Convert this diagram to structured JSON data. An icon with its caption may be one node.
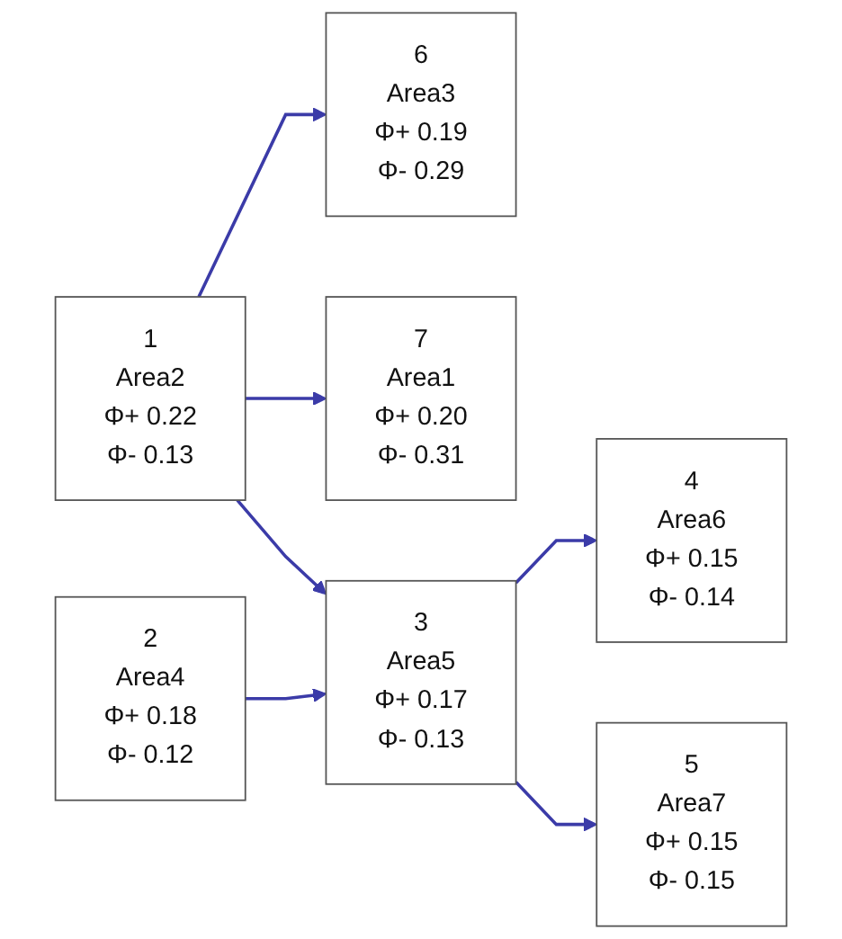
{
  "diagram": {
    "nodes": [
      {
        "text": [
          "6",
          "Area3",
          "Φ+ 0.19",
          "Φ- 0.29"
        ]
      },
      {
        "text": [
          "1",
          "Area2",
          "Φ+ 0.22",
          "Φ- 0.13"
        ]
      },
      {
        "text": [
          "7",
          "Area1",
          "Φ+ 0.20",
          "Φ- 0.31"
        ]
      },
      {
        "text": [
          "4",
          "Area6",
          "Φ+ 0.15",
          "Φ- 0.14"
        ]
      },
      {
        "text": [
          "3",
          "Area5",
          "Φ+ 0.17",
          "Φ- 0.13"
        ]
      },
      {
        "text": [
          "2",
          "Area4",
          "Φ+ 0.18",
          "Φ- 0.12"
        ]
      },
      {
        "text": [
          "5",
          "Area7",
          "Φ+ 0.15",
          "Φ- 0.15"
        ]
      }
    ],
    "edges": [
      {
        "from": 1,
        "to": 0,
        "arrow": "to"
      },
      {
        "from": 1,
        "to": 2,
        "arrow": "to"
      },
      {
        "from": 1,
        "to": 4,
        "arrow": "to"
      },
      {
        "from": 5,
        "to": 4,
        "arrow": "to"
      },
      {
        "from": 4,
        "to": 3,
        "arrow": "to"
      },
      {
        "from": 4,
        "to": 6,
        "arrow": "to"
      }
    ]
  }
}
